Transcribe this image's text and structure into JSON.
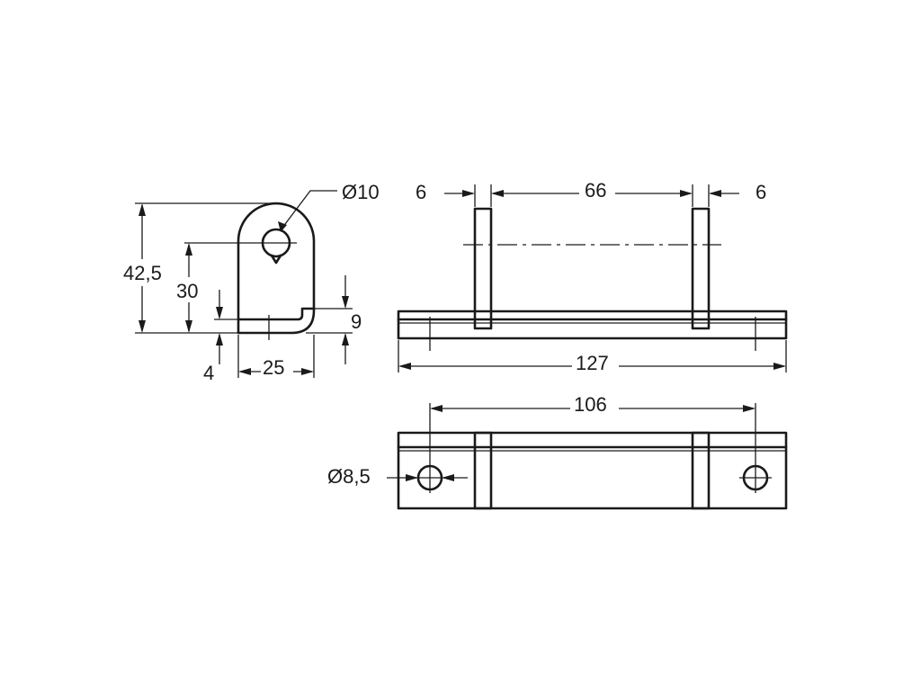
{
  "drawing": {
    "side_view": {
      "hole_diameter": "Ø10",
      "height_total": "42,5",
      "height_hole": "30",
      "gap_bottom": "4",
      "width": "25",
      "lip_height": "9"
    },
    "front_view": {
      "leg_left": "6",
      "span": "66",
      "leg_right": "6",
      "length": "127"
    },
    "top_view": {
      "hole_spacing": "106",
      "hole_diameter": "Ø8,5"
    }
  }
}
